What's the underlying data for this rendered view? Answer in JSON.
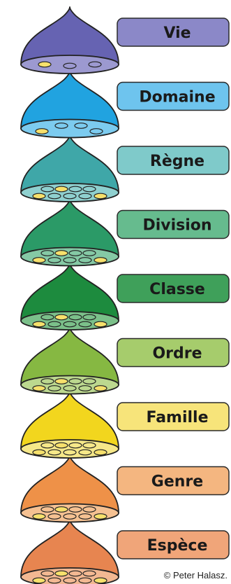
{
  "levels": [
    {
      "label": "Vie",
      "color": "#6663b2",
      "light": "#9c99d0",
      "tag": "#8b88c8",
      "holes": 3
    },
    {
      "label": "Domaine",
      "color": "#21a3e0",
      "light": "#7ccbef",
      "tag": "#6ec4ee",
      "holes": 4
    },
    {
      "label": "Règne",
      "color": "#3fa7a8",
      "light": "#8fd0cf",
      "tag": "#7fcaca",
      "holes": 9
    },
    {
      "label": "Division",
      "color": "#2b9a67",
      "light": "#85c9a5",
      "tag": "#66bb8e",
      "holes": 9
    },
    {
      "label": "Classe",
      "color": "#1d8b3e",
      "light": "#7bc08a",
      "tag": "#3fa05a",
      "holes": 9
    },
    {
      "label": "Ordre",
      "color": "#86b842",
      "light": "#bcd88f",
      "tag": "#a6cc6c",
      "holes": 9
    },
    {
      "label": "Famille",
      "color": "#f2d61e",
      "light": "#f6e889",
      "tag": "#f7e47a",
      "holes": 9
    },
    {
      "label": "Genre",
      "color": "#ee9148",
      "light": "#f5c192",
      "tag": "#f4b680",
      "holes": 9
    },
    {
      "label": "Espèce",
      "color": "#e78550",
      "light": "#f2b892",
      "tag": "#f0a579",
      "holes": 9
    }
  ],
  "credit": "© Peter Halasz."
}
